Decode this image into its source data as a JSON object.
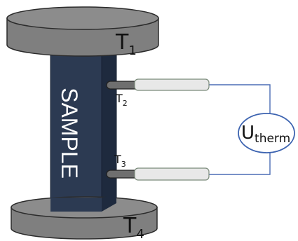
{
  "diagram": {
    "sample_label": "SAMPLE",
    "top_plate": {
      "label_main": "T",
      "label_sub": "1"
    },
    "bottom_plate": {
      "label_main": "T",
      "label_sub": "4"
    },
    "probe_upper": {
      "label_main": "T",
      "label_sub": "2"
    },
    "probe_lower": {
      "label_main": "T",
      "label_sub": "3"
    },
    "meter": {
      "label_main": "U",
      "label_sub": "therm"
    }
  },
  "colors": {
    "plate_fill": "#7f7f7f",
    "plate_top": "#8c8c8c",
    "plate_stroke": "#2b2b2b",
    "sample_front": "#2c3a52",
    "sample_side": "#1e2a3e",
    "sample_text": "#ffffff",
    "wire": "#4b6db5",
    "meter_stroke": "#3c63b0",
    "probe_sheath": "#e8e8e8",
    "probe_tip": "#6f6f6f"
  }
}
